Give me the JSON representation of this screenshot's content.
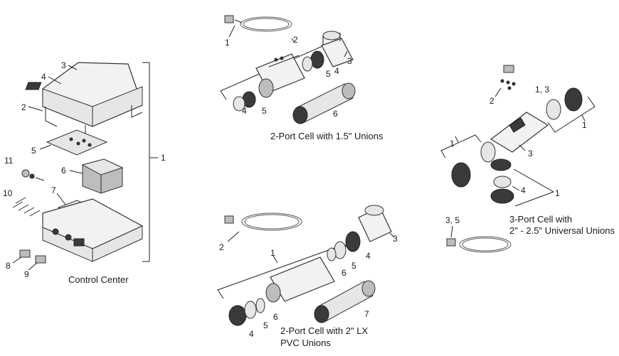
{
  "captions": {
    "control_center": "Control Center",
    "two_port_15": "2-Port Cell with 1.5\" Unions",
    "two_port_lx_line1": "2-Port Cell with 2\" LX",
    "two_port_lx_line2": "PVC Unions",
    "three_port_line1": "3-Port Cell with",
    "three_port_line2": "2\" - 2.5\" Universal Unions"
  },
  "labels": {
    "cc": [
      "1",
      "2",
      "3",
      "4",
      "5",
      "6",
      "7",
      "8",
      "9",
      "10",
      "11"
    ],
    "cell15": [
      "1",
      "2",
      "3",
      "4",
      "5",
      "4",
      "5",
      "6"
    ],
    "celllx": [
      "1",
      "2",
      "3",
      "4",
      "4",
      "5",
      "5",
      "6",
      "6",
      "7"
    ],
    "cell3": [
      "2",
      "1, 3",
      "1",
      "1",
      "3",
      "4",
      "1",
      "3, 5"
    ]
  }
}
